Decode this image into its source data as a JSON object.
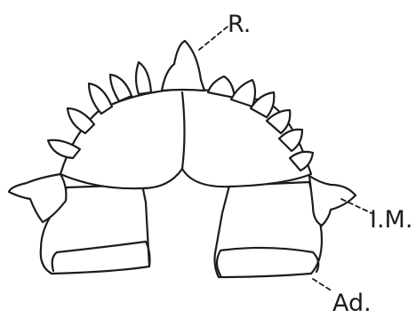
{
  "figure": {
    "labels": {
      "rostral_plate": "R.",
      "inframarginal": "I.M.",
      "adductor": "Ad."
    }
  }
}
